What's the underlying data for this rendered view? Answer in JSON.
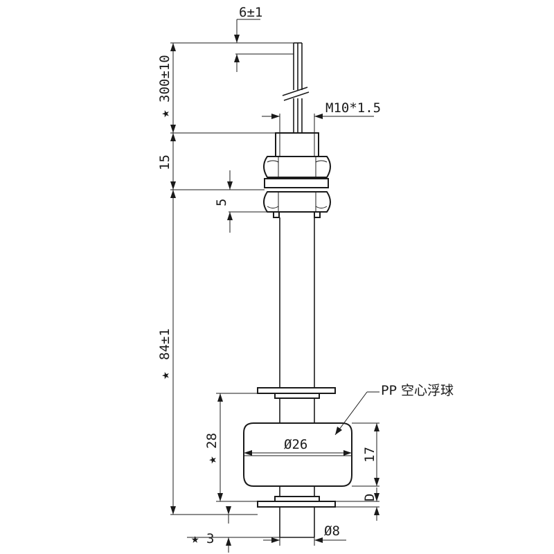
{
  "drawing": {
    "dimensions": {
      "lead_offset": "6±1",
      "lead_length": "300±10",
      "thread": "M10*1.5",
      "fitting_height": "15",
      "nut_gap": "5",
      "total_length": "84±1",
      "float_travel": "28",
      "float_diameter": "Ø26",
      "float_height": "17",
      "stop_label": "D",
      "rod_diameter": "Ø8",
      "end_length": "3",
      "key_marker": "★"
    },
    "callout": "PP 空心浮球"
  }
}
